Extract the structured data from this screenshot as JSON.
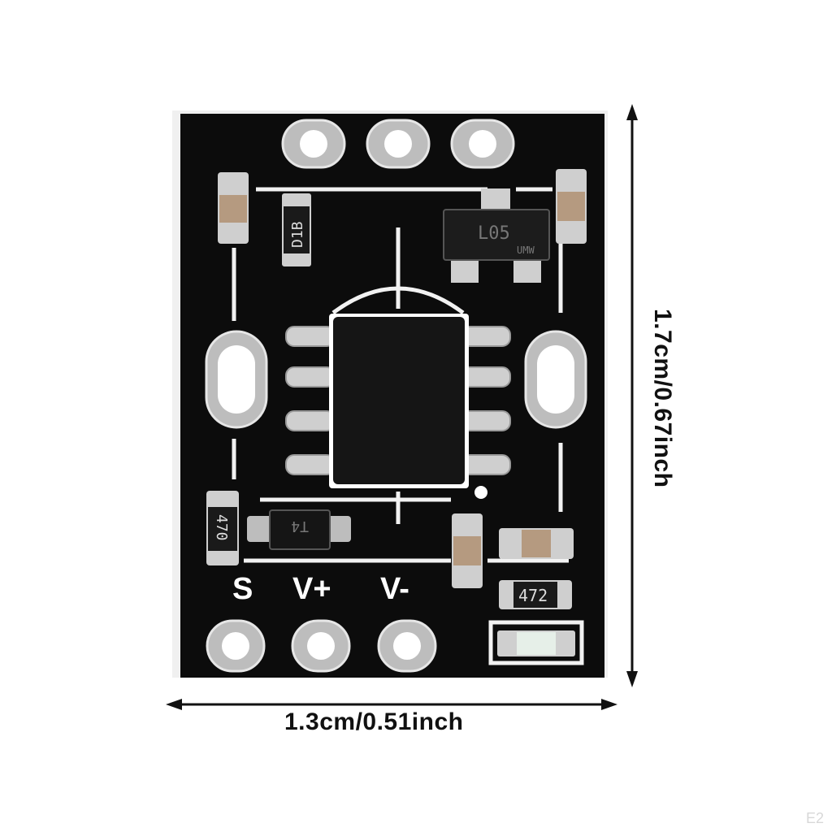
{
  "dimensions": {
    "width_label": "1.3cm/0.51inch",
    "height_label": "1.7cm/0.67inch"
  },
  "silkscreen": {
    "pin_s": "S",
    "pin_vplus": "V+",
    "pin_vminus": "V-"
  },
  "component_markings": {
    "resistor_top": "D1B",
    "transistor": "L05",
    "transistor_sub": "UMW",
    "resistor_left": "470",
    "diode": "T4",
    "resistor_bottom": "472"
  },
  "watermark": "E2",
  "colors": {
    "board": "#0c0c0c",
    "silk": "#f2f2f2",
    "pad": "#c9c9c9"
  }
}
